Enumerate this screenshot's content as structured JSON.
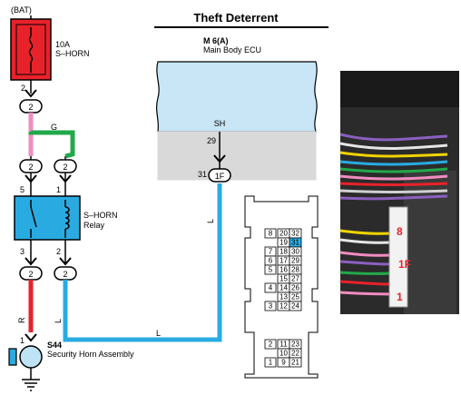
{
  "title": "Theft Deterrent",
  "fuse": {
    "source": "(BAT)",
    "rating": "10A",
    "name": "S–HORN",
    "pin_out": "2",
    "connector_out": "2"
  },
  "relay": {
    "name": "S–HORN",
    "type": "Relay",
    "pin_top_left": "5",
    "pin_top_right": "1",
    "pin_bottom_left": "3",
    "pin_bottom_right": "2",
    "conn_top_left": "2",
    "conn_top_right": "2",
    "conn_bottom_left": "2",
    "conn_bottom_right": "2"
  },
  "wires": {
    "pink_color": "G",
    "red_color": "R",
    "blue_left_color": "L",
    "blue_bottom_color": "L",
    "blue_vertical_color": "L",
    "colors": {
      "red": "#e8222a",
      "pink": "#f08cc0",
      "green": "#22a84a",
      "blue": "#29abe2",
      "black": "#111111"
    }
  },
  "ecu": {
    "ref": "M 6(A)",
    "name": "Main Body ECU",
    "terminal": "SH",
    "pin_inner": "29",
    "pin_outer": "31",
    "connector": "1F"
  },
  "horn": {
    "ref": "S44",
    "name": "Security Horn Assembly",
    "pin": "1"
  },
  "connector_face": {
    "upper_rows": [
      {
        "left": "8",
        "c1": "20",
        "c2": "32"
      },
      {
        "left": "",
        "c1": "19",
        "c2": "31",
        "highlight": "c2"
      },
      {
        "left": "7",
        "c1": "18",
        "c2": "30"
      },
      {
        "left": "6",
        "c1": "17",
        "c2": "29"
      },
      {
        "left": "5",
        "c1": "16",
        "c2": "28"
      },
      {
        "left": "",
        "c1": "15",
        "c2": "27"
      },
      {
        "left": "4",
        "c1": "14",
        "c2": "26"
      },
      {
        "left": "",
        "c1": "13",
        "c2": "25"
      },
      {
        "left": "3",
        "c1": "12",
        "c2": "24"
      }
    ],
    "lower_rows": [
      {
        "left": "2",
        "c1": "11",
        "c2": "23"
      },
      {
        "left": "",
        "c1": "10",
        "c2": "22"
      },
      {
        "left": "1",
        "c1": "9",
        "c2": "21"
      }
    ]
  },
  "photo": {
    "label_8": "8",
    "label_1F": "1F",
    "label_1": "1"
  }
}
